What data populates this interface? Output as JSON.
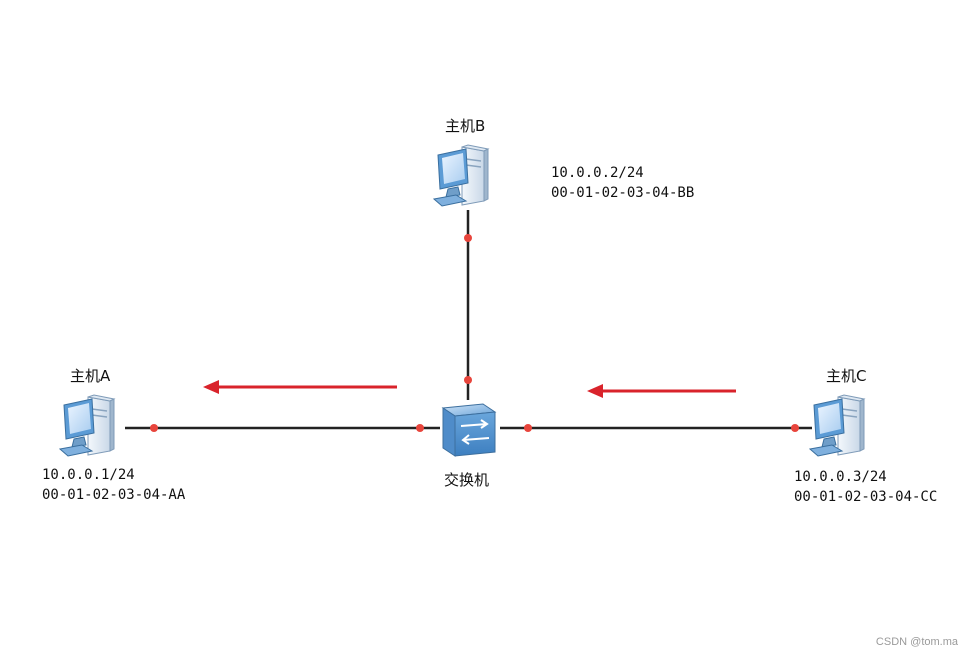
{
  "colors": {
    "link": "#222222",
    "port": "#e8453c",
    "arrow": "#d9232b",
    "device_blue": "#5b9bd5"
  },
  "switch": {
    "label": "交换机",
    "icon": "switch-icon"
  },
  "hosts": {
    "a": {
      "name": "主机A",
      "ip": "10.0.0.1/24",
      "mac": "00-01-02-03-04-AA",
      "icon": "computer-icon"
    },
    "b": {
      "name": "主机B",
      "ip": "10.0.0.2/24",
      "mac": "00-01-02-03-04-BB",
      "icon": "computer-icon"
    },
    "c": {
      "name": "主机C",
      "ip": "10.0.0.3/24",
      "mac": "00-01-02-03-04-CC",
      "icon": "computer-icon"
    }
  },
  "arrows": [
    {
      "from": "switch",
      "to": "host-a",
      "direction": "left"
    },
    {
      "from": "host-c",
      "to": "switch",
      "direction": "left"
    }
  ],
  "watermark": "CSDN @tom.ma"
}
